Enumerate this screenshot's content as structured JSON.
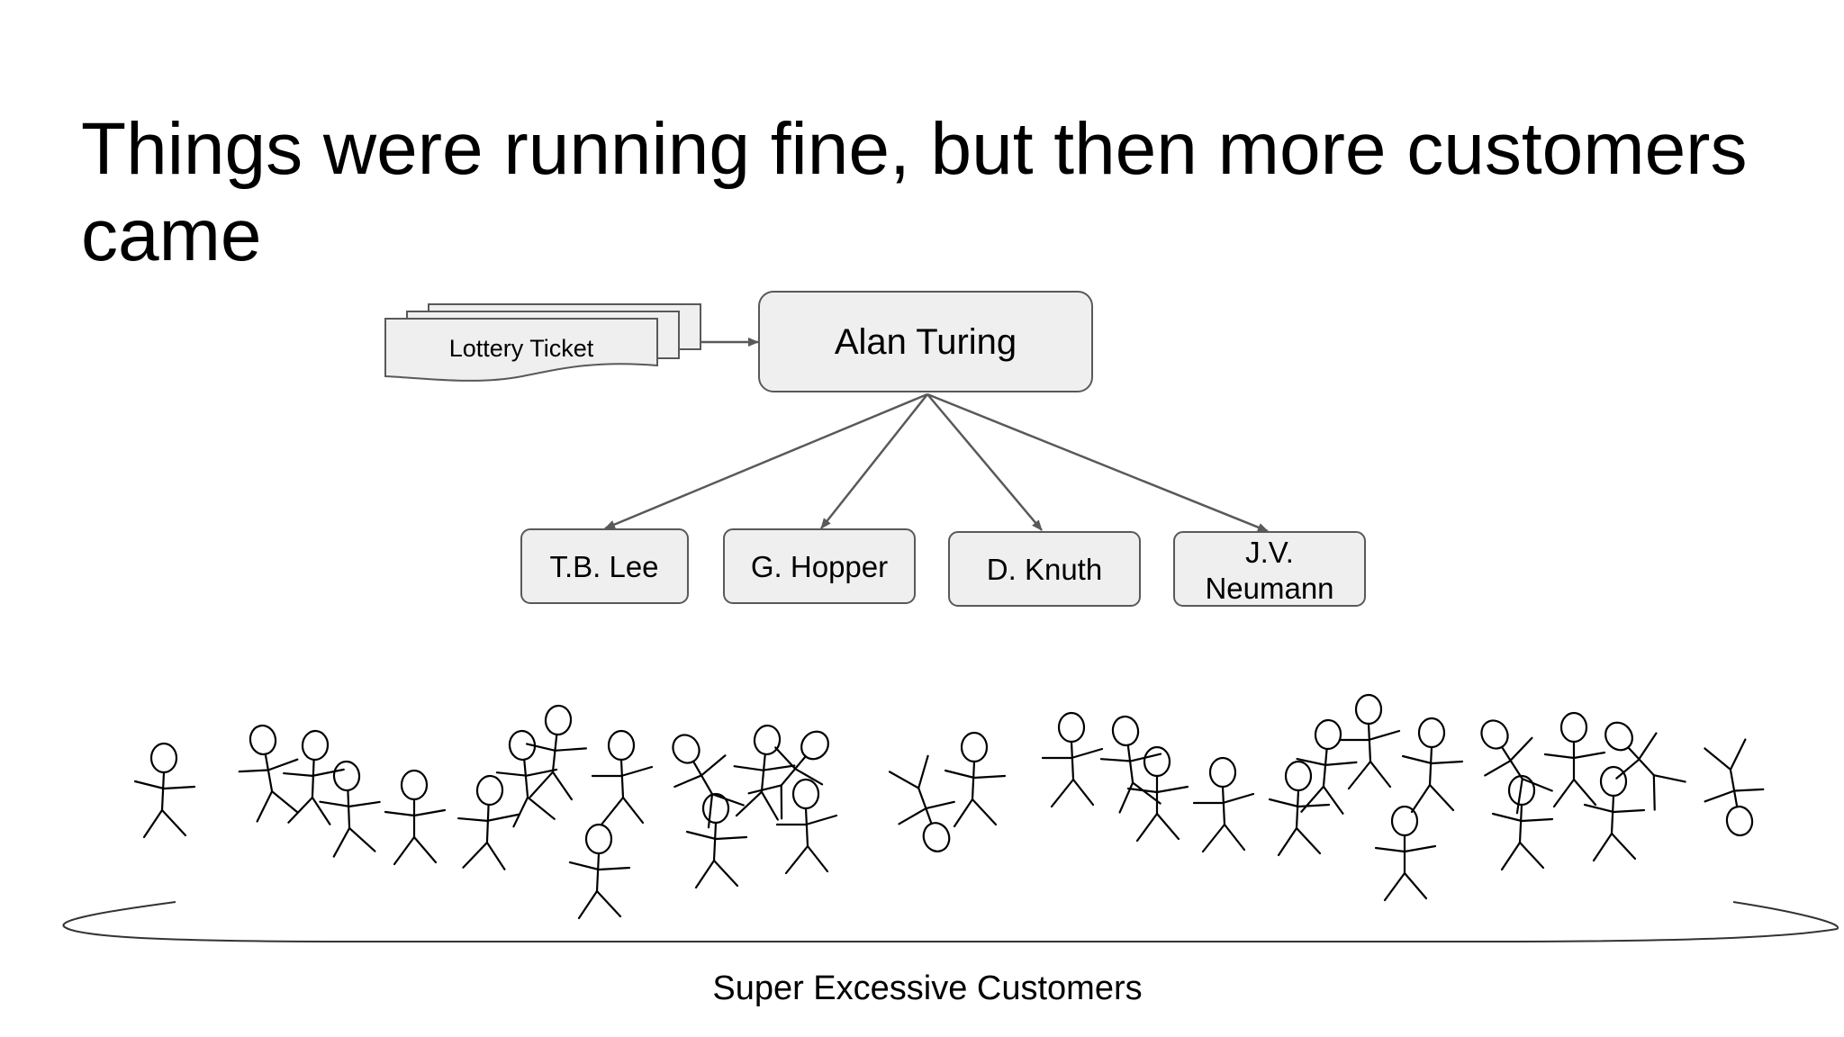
{
  "slide": {
    "title": "Things were running fine, but then more customers came"
  },
  "diagram": {
    "ticket_label": "Lottery Ticket",
    "root": "Alan Turing",
    "children": [
      {
        "line1": "T.B. Lee",
        "line2": ""
      },
      {
        "line1": "G. Hopper",
        "line2": ""
      },
      {
        "line1": "D. Knuth",
        "line2": ""
      },
      {
        "line1": "J.V.",
        "line2": "Neumann"
      }
    ],
    "crowd_label": "Super Excessive Customers"
  },
  "colors": {
    "box_fill": "#efefef",
    "box_stroke": "#595959",
    "arrow": "#595959",
    "figure_stroke": "#000000"
  }
}
